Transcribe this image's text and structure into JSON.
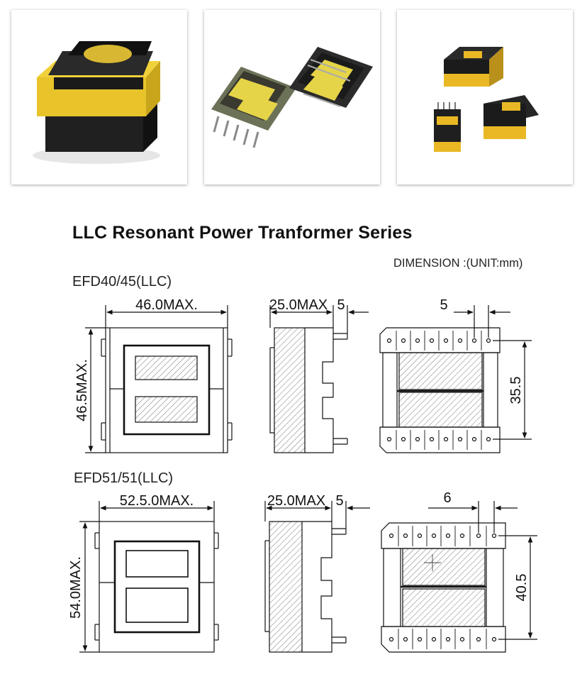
{
  "title": "LLC Resonant Power Tranformer Series",
  "unit_note": "DIMENSION :(UNIT:mm)",
  "photos": [
    {
      "name": "transformer-photo-1",
      "colors": {
        "core": "#1b1b1b",
        "tape": "#e8c42a"
      }
    },
    {
      "name": "transformer-photo-2",
      "colors": {
        "core": "#2a2a2a",
        "tape": "#e6d448"
      }
    },
    {
      "name": "transformer-photo-3",
      "colors": {
        "core": "#1e1e1e",
        "tape": "#e9b824"
      }
    }
  ],
  "sections": [
    {
      "name": "EFD40/45(LLC)",
      "width_label": "46.0MAX.",
      "height_label": "46.5MAX.",
      "depth_label": "25.0MAX",
      "pin_label": "5",
      "pitch_label": "5",
      "span_label": "35.5"
    },
    {
      "name": "EFD51/51(LLC)",
      "width_label": "52.5.0MAX.",
      "height_label": "54.0MAX.",
      "depth_label": "25.0MAX",
      "pin_label": "5",
      "pitch_label": "6",
      "span_label": "40.5"
    }
  ]
}
